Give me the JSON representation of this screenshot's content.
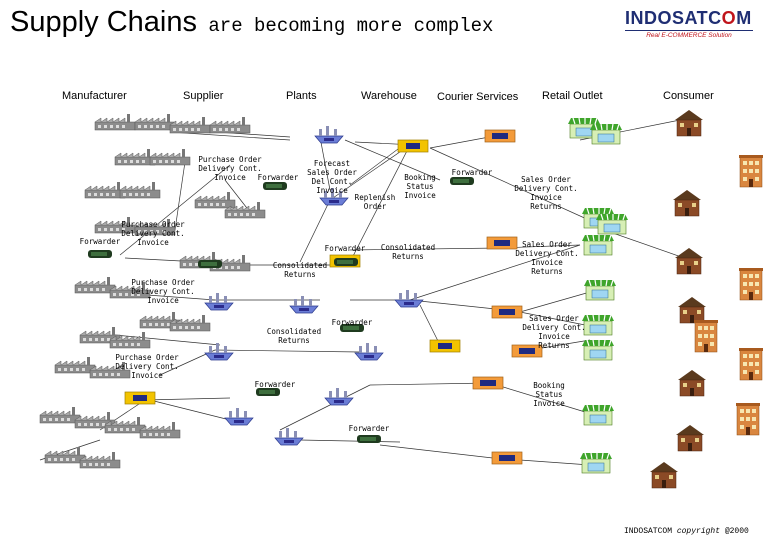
{
  "title": {
    "main": "Supply Chains",
    "sub": " are becoming more complex"
  },
  "logo": {
    "word_a": "INDOSATC",
    "word_o": "O",
    "word_b": "M",
    "tagline": "Real E-COMMERCE Solution"
  },
  "columns": {
    "manufacturer": "Manufacturer",
    "supplier": "Supplier",
    "plants": "Plants",
    "warehouse": "Warehouse",
    "courier": "Courier Services",
    "retail": "Retail Outlet",
    "consumer": "Consumer"
  },
  "labels": {
    "po1": "Purchase Order\nDelivery Cont.\nInvoice",
    "forwarder1": "Forwarder",
    "forecast": "Forecast\nSales Order\nDel Cont.\nInvoice",
    "replenish": "Replenish\nOrder",
    "booking1": "Booking\nStatus\nInvoice",
    "forwarder2": "Forwarder",
    "so1": "Sales Order\nDelivery Cont.\nInvoice\nReturns",
    "forwarder3": "Forwarder",
    "po2": "Purchase Order\nDelivery Cont.\nInvoice",
    "forwarder4": "Forwarder",
    "consolidated1": "Consolidated\nReturns",
    "consolidated2": "Consolidated\nReturns",
    "so2": "Sales Order\nDelivery Cont.\nInvoice\nReturns",
    "po3": "Purchase Order\nDelivery Cont.\nInvoice",
    "forwarder5": "Forwarder",
    "consolidated3": "Consolidated\nReturns",
    "so3": "Sales Order\nDelivery Cont.\nInvoice\nReturns",
    "po4": "Purchase Order\nDelivery Cont.\nInvoice",
    "forwarder6": "Forwarder",
    "booking2": "Booking\nStatus\nInvoice",
    "forwarder7": "Forwarder"
  },
  "copyright": {
    "brand": "INDOSATCOM ",
    "text": "copyright",
    "year": " @2000"
  }
}
